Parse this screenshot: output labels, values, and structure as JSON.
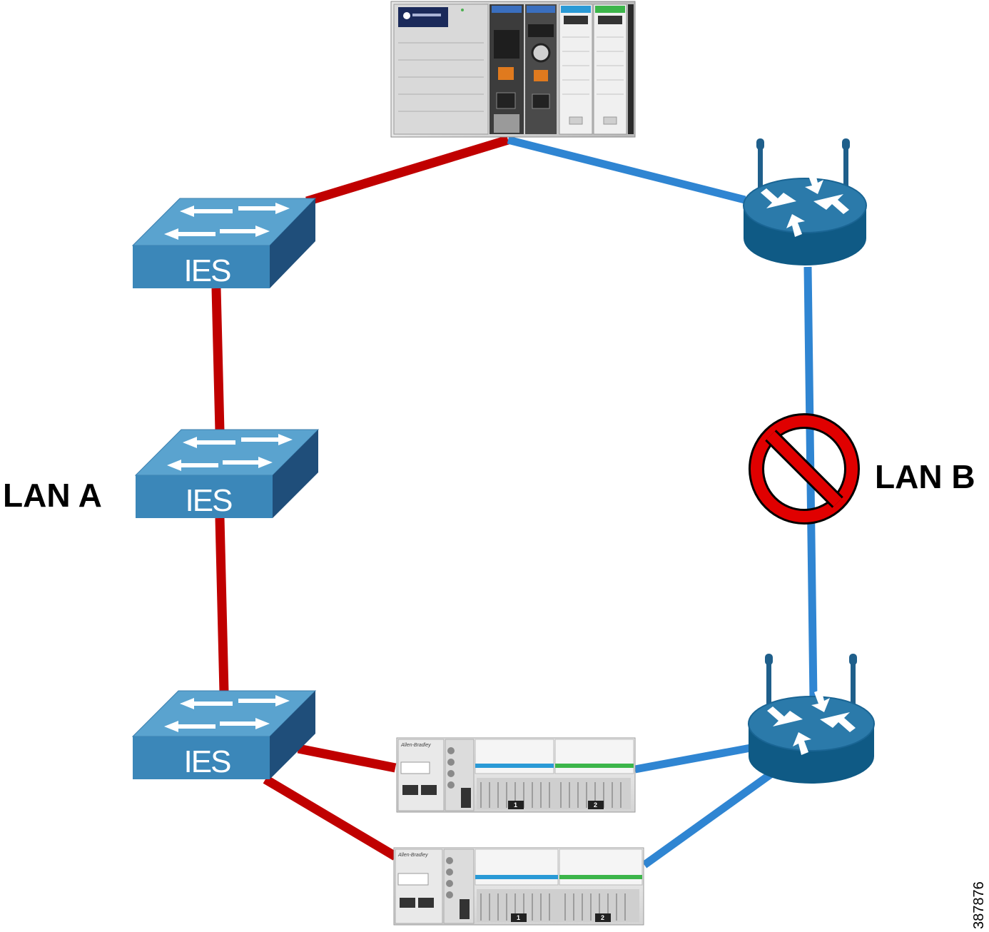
{
  "labels": {
    "lan_a": "LAN A",
    "lan_b": "LAN B",
    "figure_id": "387876"
  },
  "switches": [
    {
      "label": "IES"
    },
    {
      "label": "IES"
    },
    {
      "label": "IES"
    }
  ],
  "io_modules": [
    {
      "brand": "Allen-Bradley",
      "slot1": "1",
      "slot2": "2"
    },
    {
      "brand": "Allen-Bradley",
      "slot1": "1",
      "slot2": "2"
    }
  ],
  "colors": {
    "lan_a_link": "#c00000",
    "lan_b_link": "#2f85d2",
    "switch_top": "#5aa3cf",
    "switch_front": "#3b87b9",
    "switch_side": "#1f4e7a",
    "router_top": "#2b7aaa",
    "router_side": "#0f5a85",
    "blocked_symbol": "#e00000"
  },
  "icons": [
    "plc-chassis",
    "switch-icon",
    "wireless-router-icon",
    "io-module",
    "no-entry-icon"
  ]
}
